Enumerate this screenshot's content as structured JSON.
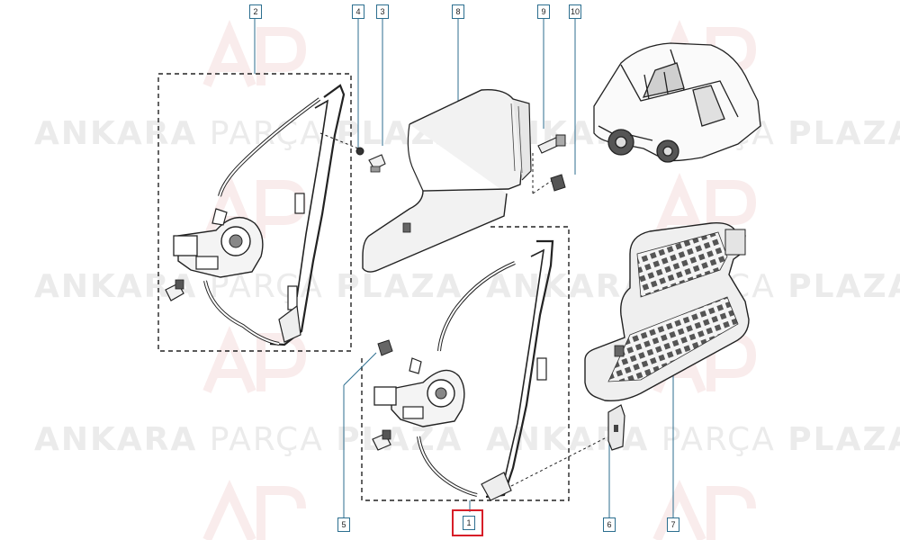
{
  "watermark": {
    "parts": [
      "ANKARA",
      "PARÇA",
      "PLAZA"
    ],
    "logo_letters": "AP",
    "color": "#bebebe"
  },
  "callouts": [
    {
      "id": "c2",
      "label": "2"
    },
    {
      "id": "c4",
      "label": "4"
    },
    {
      "id": "c3",
      "label": "3"
    },
    {
      "id": "c8",
      "label": "8"
    },
    {
      "id": "c9",
      "label": "9"
    },
    {
      "id": "c10",
      "label": "10"
    },
    {
      "id": "c5",
      "label": "5"
    },
    {
      "id": "c1",
      "label": "1"
    },
    {
      "id": "c6",
      "label": "6"
    },
    {
      "id": "c7",
      "label": "7"
    }
  ],
  "highlight": {
    "target": "1",
    "color": "#d71e28"
  },
  "line_color": "#2c6e8f"
}
